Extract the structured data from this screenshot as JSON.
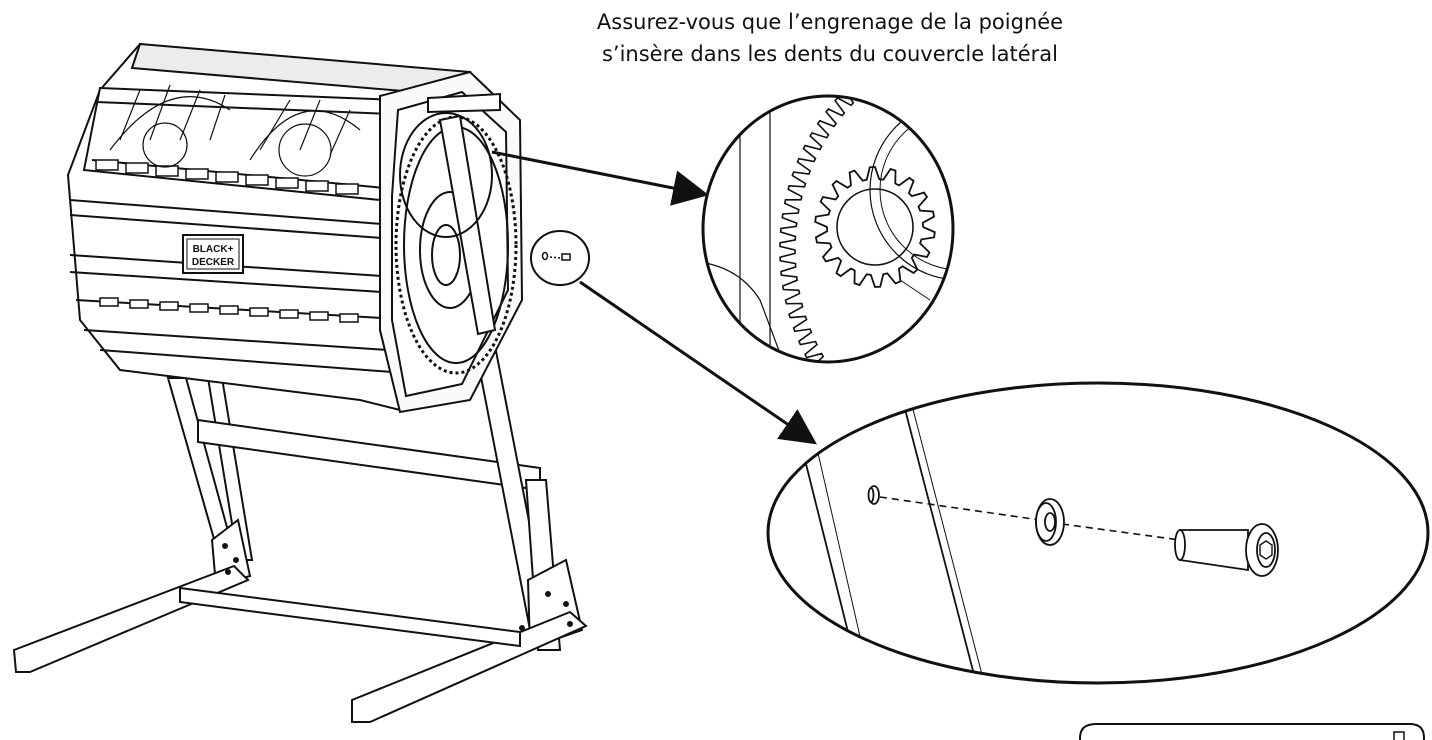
{
  "caption": {
    "line1": "Assurez-vous que l’engrenage de la poignée",
    "line2": "s’insère dans les dents du couvercle latéral"
  },
  "logo": {
    "line1": "BLACK+",
    "line2": "DECKER"
  },
  "colors": {
    "stroke": "#111111",
    "paper": "#ffffff",
    "shade": "#e6e6e6"
  }
}
